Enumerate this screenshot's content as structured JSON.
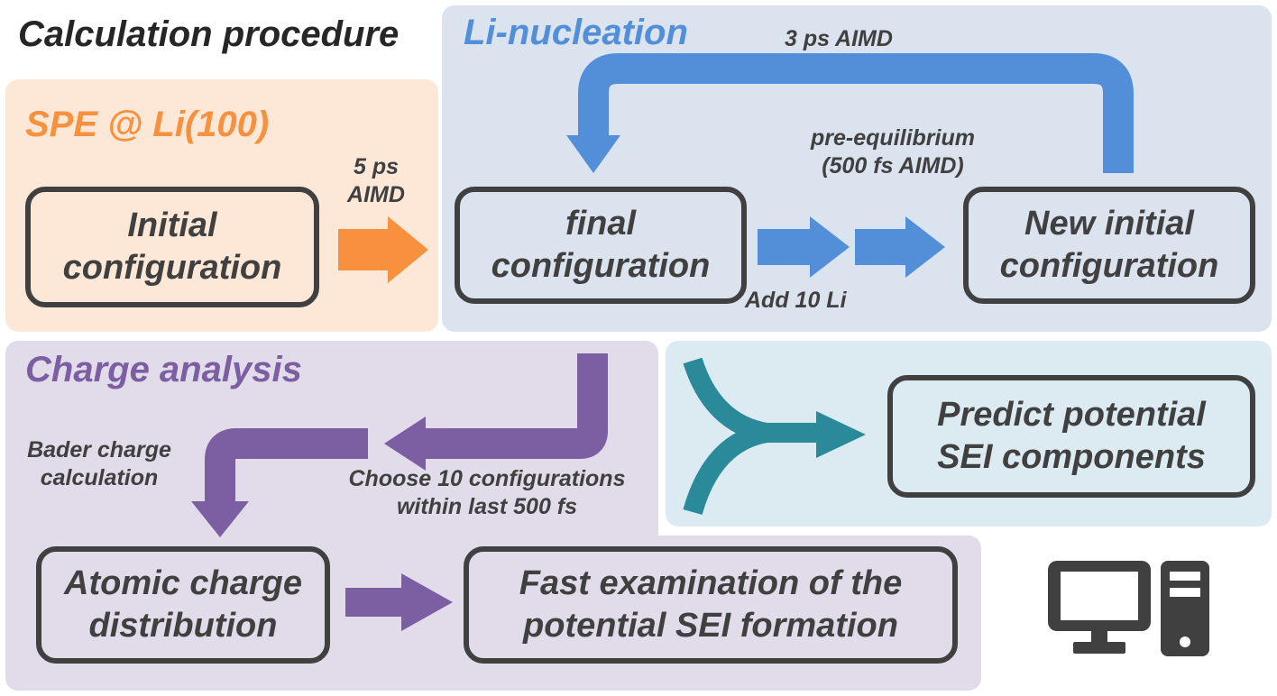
{
  "heading": "Calculation procedure",
  "colors": {
    "orange": "#f7913d",
    "blue": "#538fd9",
    "purple": "#7c5fa3",
    "teal": "#2a8a9a",
    "dark": "#404040",
    "panel_orange": "#fde8d8",
    "panel_blue": "#dbe3ef",
    "panel_purple": "#e2dcea",
    "panel_teal": "#dcebf1"
  },
  "spe": {
    "title": "SPE @ Li(100)",
    "box_line1": "Initial",
    "box_line2": "configuration",
    "arrow_label_line1": "5 ps",
    "arrow_label_line2": "AIMD"
  },
  "li": {
    "title": "Li-nucleation",
    "loop_label": "3 ps AIMD",
    "pre_line1": "pre-equilibrium",
    "pre_line2": "(500 fs AIMD)",
    "final_line1": "final",
    "final_line2": "configuration",
    "add_label": "Add 10 Li",
    "new_line1": "New initial",
    "new_line2": "configuration"
  },
  "charge": {
    "title": "Charge analysis",
    "bader_line1": "Bader charge",
    "bader_line2": "calculation",
    "choose_line1": "Choose 10 configurations",
    "choose_line2": "within last 500 fs",
    "atomic_line1": "Atomic charge",
    "atomic_line2": "distribution",
    "fast_line1": "Fast examination of the",
    "fast_line2": "potential SEI formation"
  },
  "predict": {
    "line1": "Predict potential",
    "line2": "SEI components"
  },
  "icons": [
    "merge-arrow-icon",
    "computer-icon"
  ]
}
